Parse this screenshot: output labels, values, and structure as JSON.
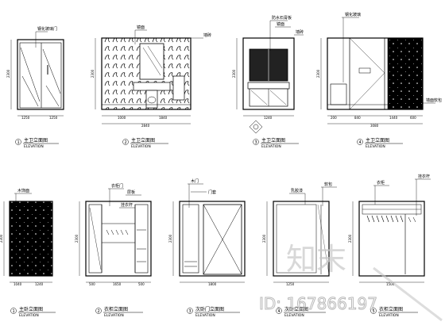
{
  "drawings": [
    {
      "number": "1",
      "title": "主卫立面图",
      "subtitle": "ELEVATION",
      "height_dim": "2300",
      "width_dims": [
        "1250",
        "1250"
      ],
      "total_dim": ""
    },
    {
      "number": "2",
      "title": "主卫立面图",
      "subtitle": "ELEVATION",
      "height_dim": "2300",
      "width_dims": [
        "1000",
        "1840"
      ],
      "total_dim": "2840"
    },
    {
      "number": "3",
      "title": "主卫立面图",
      "subtitle": "ELEVATION",
      "height_dim": "2300",
      "width_dims": [
        "1240"
      ],
      "total_dim": ""
    },
    {
      "number": "4",
      "title": "主卫立面图",
      "subtitle": "ELEVATION",
      "height_dim": "2300",
      "width_dims": [
        "200",
        "840",
        "1440",
        "600"
      ],
      "total_dim": "3080"
    },
    {
      "number": "1",
      "title": "主卧立面图",
      "subtitle": "ELEVATION",
      "height_dim": "2300",
      "width_dims": [
        "1040",
        "1240"
      ],
      "total_dim": ""
    },
    {
      "number": "2",
      "title": "衣柜立面图",
      "subtitle": "ELEVATION",
      "height_dim": "2300",
      "width_dims": [
        "500",
        "1650",
        "500"
      ],
      "total_dim": ""
    },
    {
      "number": "3",
      "title": "次卧门立面图",
      "subtitle": "ELEVATION",
      "height_dim": "2300",
      "width_dims": [
        "1800"
      ],
      "total_dim": ""
    },
    {
      "number": "4",
      "title": "次卧立面图",
      "subtitle": "ELEVATION",
      "height_dim": "2300",
      "width_dims": [
        "1250"
      ],
      "total_dim": ""
    },
    {
      "number": "5",
      "title": "衣柜立面图",
      "subtitle": "ELEVATION",
      "height_dim": "2300",
      "width_dims": [
        "1500"
      ],
      "total_dim": ""
    }
  ],
  "annotations": {
    "d1": [
      "钢化玻璃门"
    ],
    "d2": [
      "镜面",
      "墙砖"
    ],
    "d3": [
      "防水石膏板",
      "镜面",
      "墙砖"
    ],
    "d4": [
      "钢化玻璃",
      "墙面软包"
    ],
    "d5": [
      "木饰面"
    ],
    "d6": [
      "衣柜门",
      "层板",
      "挂衣杆"
    ],
    "d7": [
      "木门",
      "门套"
    ],
    "d8": [
      "乳胶漆",
      "软包"
    ],
    "d9": [
      "衣柜",
      "挂衣杆"
    ]
  },
  "watermark": {
    "logo_text": "知末",
    "id_text": "ID: 167866197"
  }
}
